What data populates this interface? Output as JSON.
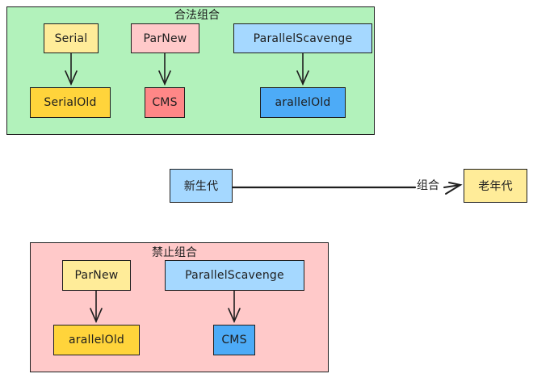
{
  "legal_group": {
    "title": "合法组合",
    "color": "#b2f2bb",
    "pairs": [
      {
        "young": {
          "label": "Serial",
          "color": "#ffec99"
        },
        "old": {
          "label": "SerialOld",
          "color": "#ffd43b"
        }
      },
      {
        "young": {
          "label": "ParNew",
          "color": "#ffc9c9"
        },
        "old": {
          "label": "CMS",
          "color": "#ff8787"
        }
      },
      {
        "young": {
          "label": "ParallelScavenge",
          "color": "#a5d8ff"
        },
        "old": {
          "label": "arallelOld",
          "color": "#4dabf7"
        }
      }
    ]
  },
  "legend": {
    "young": {
      "label": "新生代",
      "color": "#a5d8ff"
    },
    "edge_label": "组合",
    "old": {
      "label": "老年代",
      "color": "#ffec99"
    }
  },
  "forbidden_group": {
    "title": "禁止组合",
    "color": "#ffc9c9",
    "pairs": [
      {
        "young": {
          "label": "ParNew",
          "color": "#ffec99"
        },
        "old": {
          "label": "arallelOld",
          "color": "#ffd43b"
        }
      },
      {
        "young": {
          "label": "ParallelScavenge",
          "color": "#a5d8ff"
        },
        "old": {
          "label": "CMS",
          "color": "#4dabf7"
        }
      }
    ]
  }
}
